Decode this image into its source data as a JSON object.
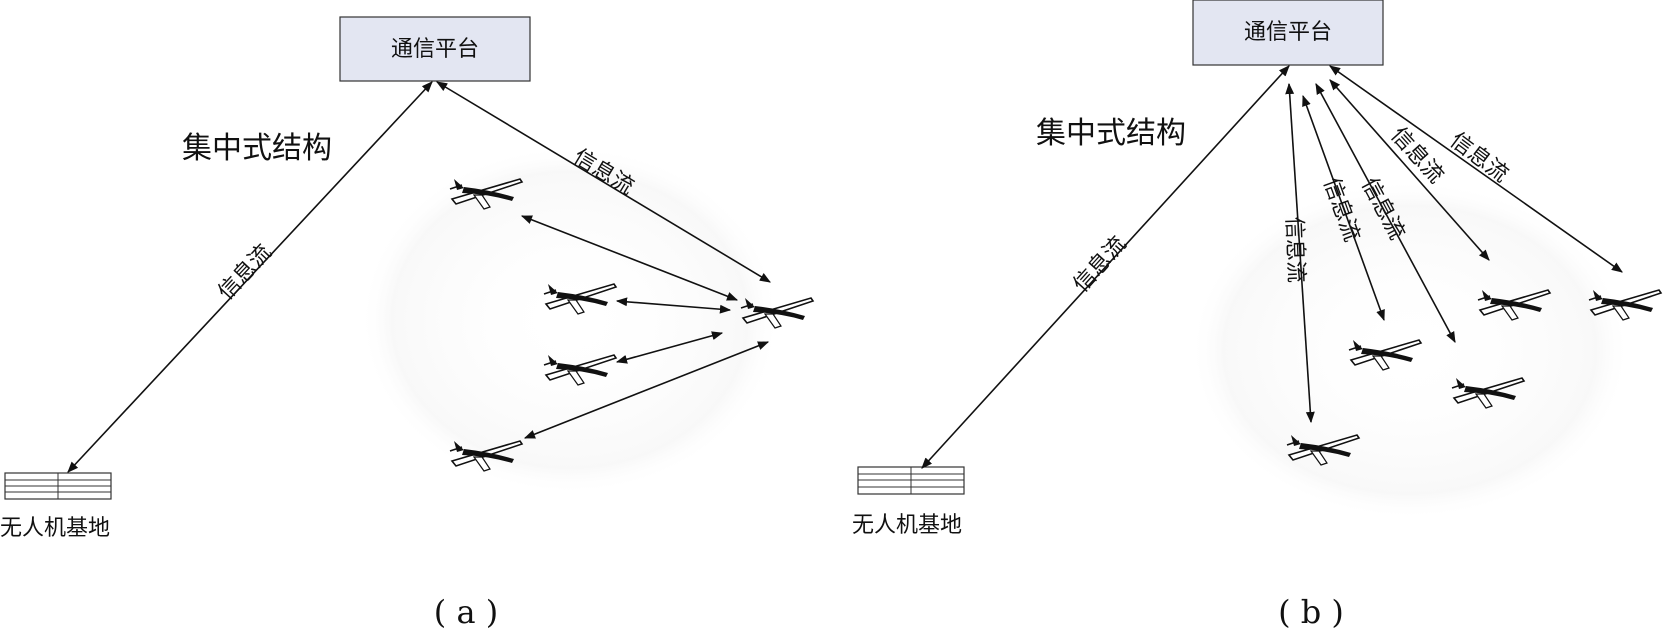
{
  "panel_a": {
    "platform_label": "通信平台",
    "structure_label": "集中式结构",
    "base_label": "无人机基地",
    "flow_label": "信息流",
    "caption": "( a )"
  },
  "panel_b": {
    "platform_label": "通信平台",
    "structure_label": "集中式结构",
    "base_label": "无人机基地",
    "flow_label": "信息流",
    "caption": "( b )"
  },
  "colors": {
    "platform_fill": "#e3e6f2",
    "stroke": "#222222"
  }
}
